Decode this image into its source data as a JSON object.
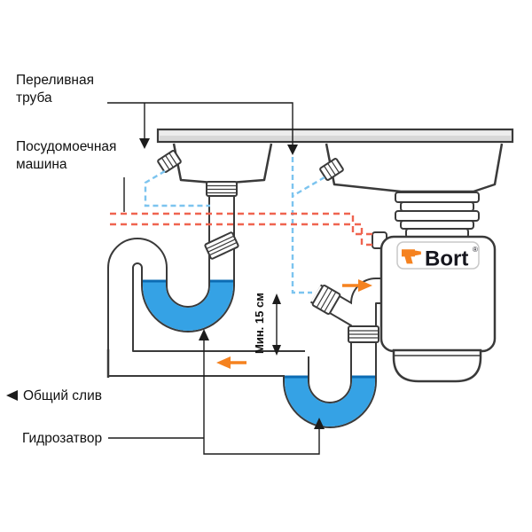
{
  "diagram": {
    "labels": {
      "overflow_pipe_line1": "Переливная",
      "overflow_pipe_line2": "труба",
      "dishwasher_line1": "Посудомоечная",
      "dishwasher_line2": "машина",
      "common_drain": "Общий слив",
      "water_trap": "Гидрозатвор",
      "min_height": "Мин. 15 см"
    },
    "brand": {
      "name": "Bort",
      "registered_mark": "®"
    },
    "colors": {
      "outline": "#3a3a3a",
      "water": "#35a2e5",
      "water_surface": "#0c6cb3",
      "overflow_dash": "#7cc4ef",
      "dishwasher_dash": "#ef6450",
      "accent_orange": "#f5821f",
      "text": "#111111"
    },
    "icons": {
      "brand_icon": "drill-icon",
      "flow_icons": [
        "flow-arrow-into-trap-icon",
        "flow-arrow-to-drain-icon"
      ]
    }
  }
}
